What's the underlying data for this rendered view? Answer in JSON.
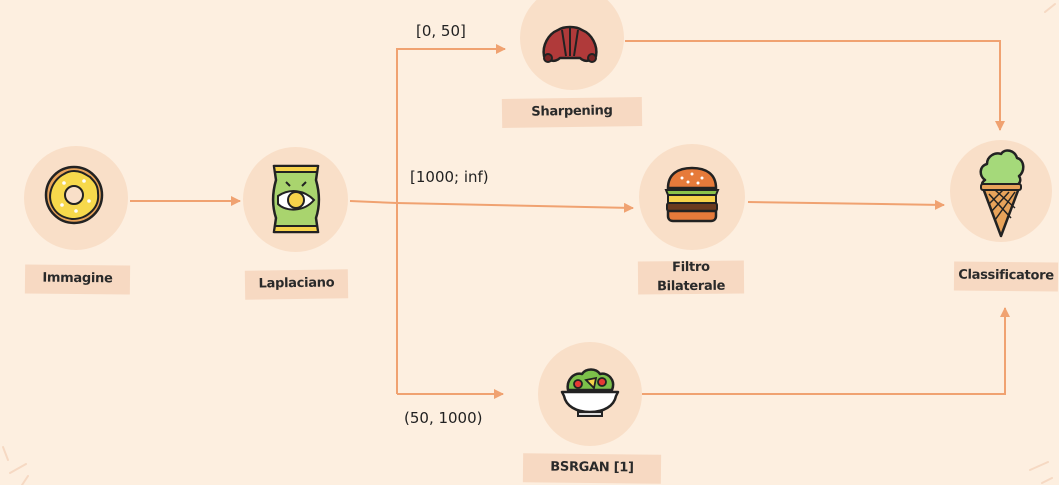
{
  "nodes": {
    "immagine": {
      "label": "Immagine",
      "icon": "donut-icon"
    },
    "laplaciano": {
      "label": "Laplaciano",
      "icon": "chips-bag-icon"
    },
    "sharpening": {
      "label": "Sharpening",
      "icon": "croissant-icon"
    },
    "filtro": {
      "label_line1": "Filtro",
      "label_line2": "Bilaterale",
      "icon": "burger-icon"
    },
    "bsrgan": {
      "label": "BSRGAN [1]",
      "icon": "salad-bowl-icon"
    },
    "classificatore": {
      "label": "Classificatore",
      "icon": "ice-cream-cone-icon"
    }
  },
  "edges": {
    "top_branch": "[0, 50]",
    "middle_branch": "[1000; inf)",
    "bottom_branch": "(50, 1000)"
  },
  "colors": {
    "background": "#fdefe0",
    "node_circle": "#f9dfc8",
    "label_box": "#f7d9c2",
    "arrow": "#f0a271",
    "text": "#2a2a2a"
  }
}
